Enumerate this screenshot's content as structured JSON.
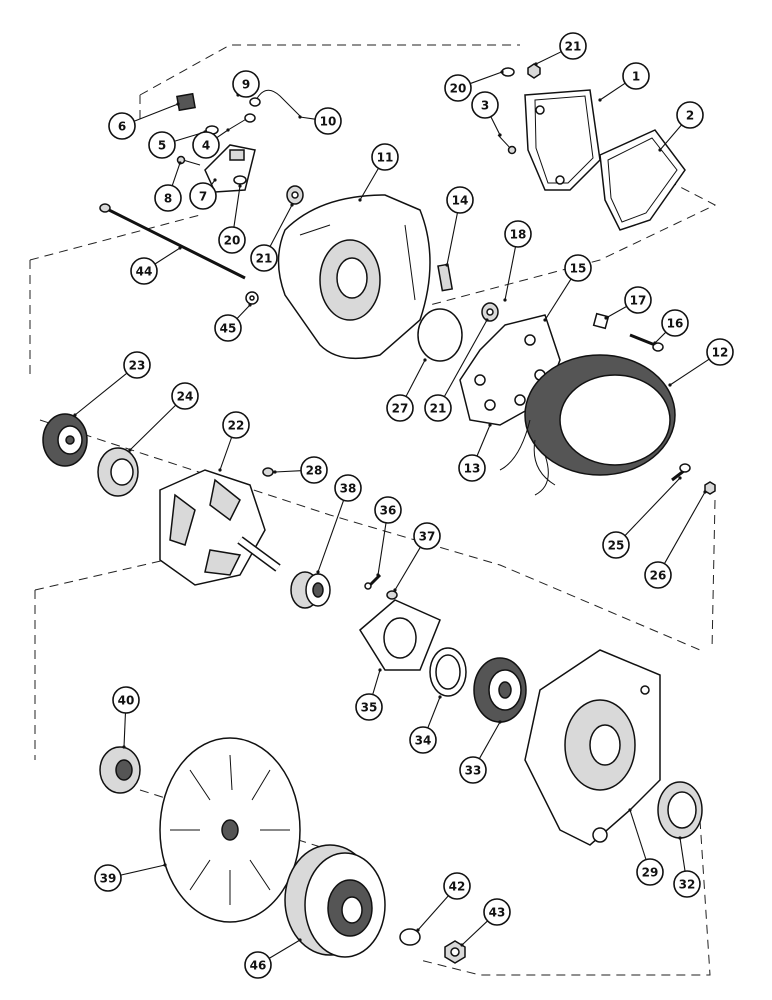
{
  "diagram": {
    "callouts": [
      {
        "key": "c1",
        "label": "1"
      },
      {
        "key": "c2",
        "label": "2"
      },
      {
        "key": "c3",
        "label": "3"
      },
      {
        "key": "c4",
        "label": "4"
      },
      {
        "key": "c5",
        "label": "5"
      },
      {
        "key": "c6",
        "label": "6"
      },
      {
        "key": "c7",
        "label": "7"
      },
      {
        "key": "c8",
        "label": "8"
      },
      {
        "key": "c9",
        "label": "9"
      },
      {
        "key": "c10",
        "label": "10"
      },
      {
        "key": "c11",
        "label": "11"
      },
      {
        "key": "c12",
        "label": "12"
      },
      {
        "key": "c13",
        "label": "13"
      },
      {
        "key": "c14",
        "label": "14"
      },
      {
        "key": "c15",
        "label": "15"
      },
      {
        "key": "c16",
        "label": "16"
      },
      {
        "key": "c17",
        "label": "17"
      },
      {
        "key": "c18",
        "label": "18"
      },
      {
        "key": "c20a",
        "label": "20"
      },
      {
        "key": "c20b",
        "label": "20"
      },
      {
        "key": "c21a",
        "label": "21"
      },
      {
        "key": "c21b",
        "label": "21"
      },
      {
        "key": "c21c",
        "label": "21"
      },
      {
        "key": "c22",
        "label": "22"
      },
      {
        "key": "c23",
        "label": "23"
      },
      {
        "key": "c24",
        "label": "24"
      },
      {
        "key": "c25",
        "label": "25"
      },
      {
        "key": "c26",
        "label": "26"
      },
      {
        "key": "c27",
        "label": "27"
      },
      {
        "key": "c28",
        "label": "28"
      },
      {
        "key": "c29",
        "label": "29"
      },
      {
        "key": "c32",
        "label": "32"
      },
      {
        "key": "c33",
        "label": "33"
      },
      {
        "key": "c34",
        "label": "34"
      },
      {
        "key": "c35",
        "label": "35"
      },
      {
        "key": "c36",
        "label": "36"
      },
      {
        "key": "c37",
        "label": "37"
      },
      {
        "key": "c38",
        "label": "38"
      },
      {
        "key": "c39",
        "label": "39"
      },
      {
        "key": "c40",
        "label": "40"
      },
      {
        "key": "c42",
        "label": "42"
      },
      {
        "key": "c43",
        "label": "43"
      },
      {
        "key": "c44",
        "label": "44"
      },
      {
        "key": "c45",
        "label": "45"
      },
      {
        "key": "c46",
        "label": "46"
      }
    ]
  }
}
